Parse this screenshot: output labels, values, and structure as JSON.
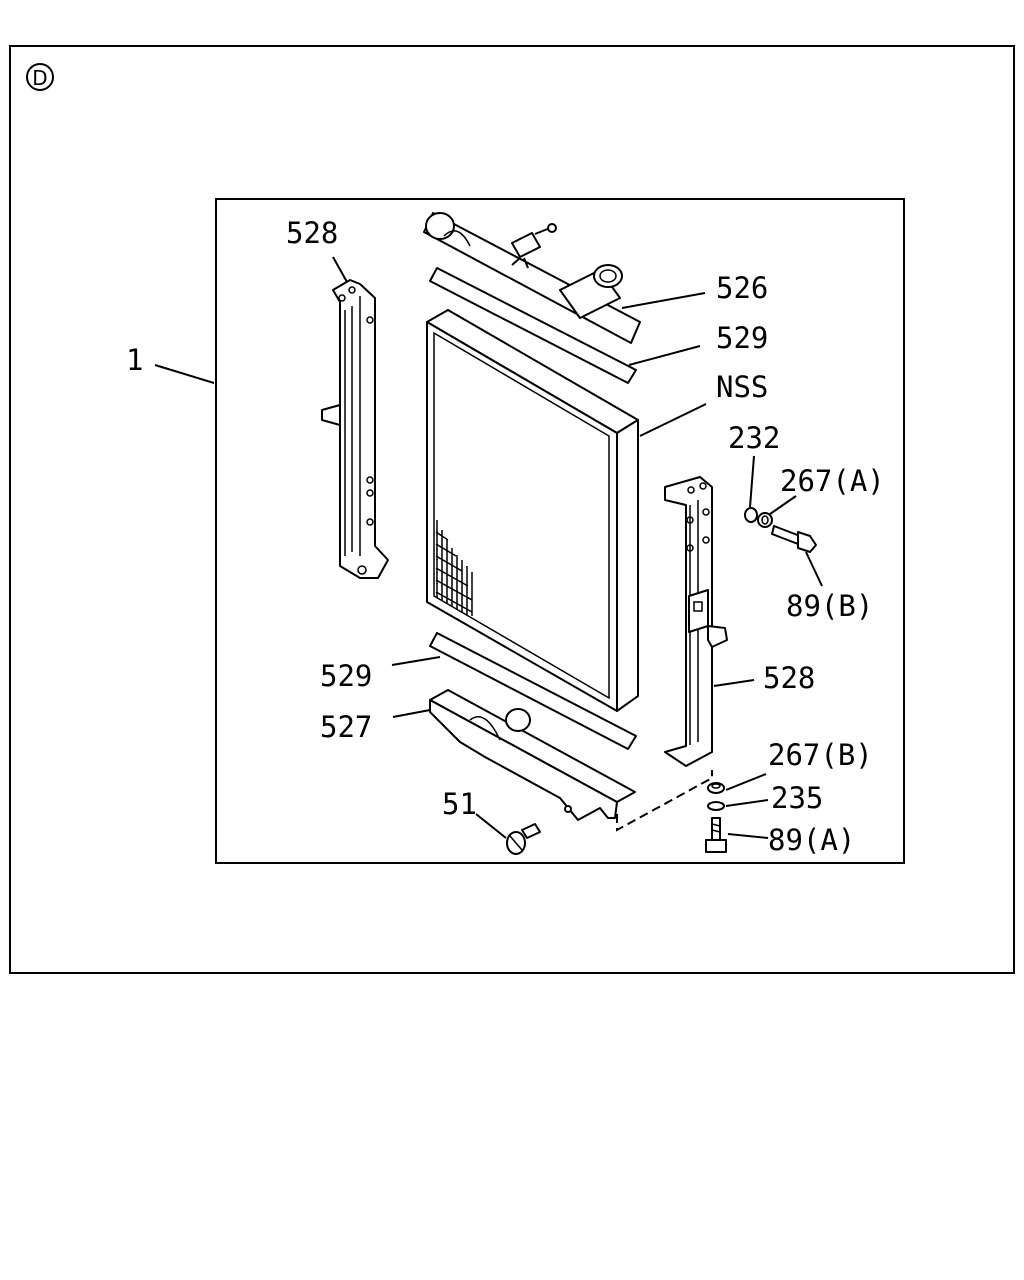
{
  "section_marker": "D",
  "callouts": {
    "assembly": "1",
    "bracket_left": "528",
    "bracket_right": "528",
    "upper_tank": "526",
    "seal_upper": "529",
    "seal_lower": "529",
    "core": "NSS",
    "part_232": "232",
    "part_267a": "267(A)",
    "part_89b": "89(B)",
    "lower_tank": "527",
    "part_51": "51",
    "part_267b": "267(B)",
    "part_235": "235",
    "part_89a": "89(A)"
  }
}
